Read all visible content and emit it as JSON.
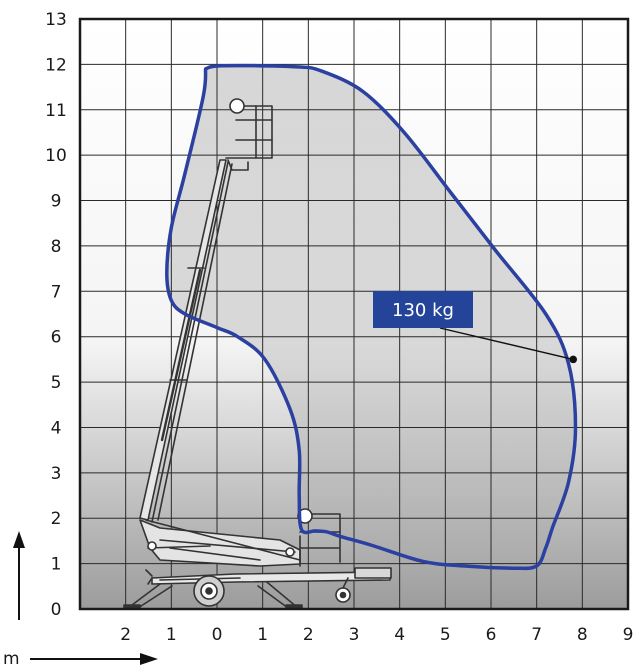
{
  "diagram": {
    "unit_label": "m",
    "callout_label": "130 kg",
    "colors": {
      "envelope": "#2b40a0",
      "callout_bg": "#24449a",
      "grid": "#2a2a2a",
      "frame": "#1a1a1a",
      "machine": "#333333"
    }
  },
  "chart_data": {
    "type": "diagram",
    "x_tick_labels": [
      "2",
      "1",
      "0",
      "1",
      "2",
      "3",
      "4",
      "5",
      "6",
      "7",
      "8",
      "9"
    ],
    "y_tick_labels": [
      "0",
      "1",
      "2",
      "3",
      "4",
      "5",
      "6",
      "7",
      "8",
      "9",
      "10",
      "11",
      "12",
      "13"
    ],
    "grid": true,
    "annotation": {
      "label": "130 kg",
      "point": [
        7.8,
        5.5
      ]
    },
    "envelope": [
      [
        -0.25,
        11.9
      ],
      [
        0.1,
        11.97
      ],
      [
        1.7,
        11.95
      ],
      [
        2.3,
        11.85
      ],
      [
        3.2,
        11.4
      ],
      [
        4.1,
        10.5
      ],
      [
        5.1,
        9.2
      ],
      [
        6.1,
        7.9
      ],
      [
        7.2,
        6.5
      ],
      [
        7.7,
        5.4
      ],
      [
        7.85,
        4.0
      ],
      [
        7.7,
        2.8
      ],
      [
        7.35,
        1.8
      ],
      [
        7.2,
        1.35
      ],
      [
        7.0,
        0.95
      ],
      [
        6.5,
        0.9
      ],
      [
        5.4,
        0.95
      ],
      [
        4.5,
        1.05
      ],
      [
        3.4,
        1.4
      ],
      [
        2.7,
        1.6
      ],
      [
        2.4,
        1.7
      ],
      [
        2.15,
        1.72
      ],
      [
        1.85,
        1.75
      ],
      [
        1.8,
        2.5
      ],
      [
        1.8,
        3.5
      ],
      [
        1.6,
        4.4
      ],
      [
        1.05,
        5.5
      ],
      [
        0.45,
        6.0
      ],
      [
        0,
        6.2
      ],
      [
        -0.7,
        6.5
      ],
      [
        -1.0,
        6.8
      ],
      [
        -1.1,
        7.4
      ],
      [
        -1.0,
        8.4
      ],
      [
        -0.7,
        9.6
      ],
      [
        -0.3,
        11.3
      ],
      [
        -0.25,
        11.9
      ]
    ]
  }
}
